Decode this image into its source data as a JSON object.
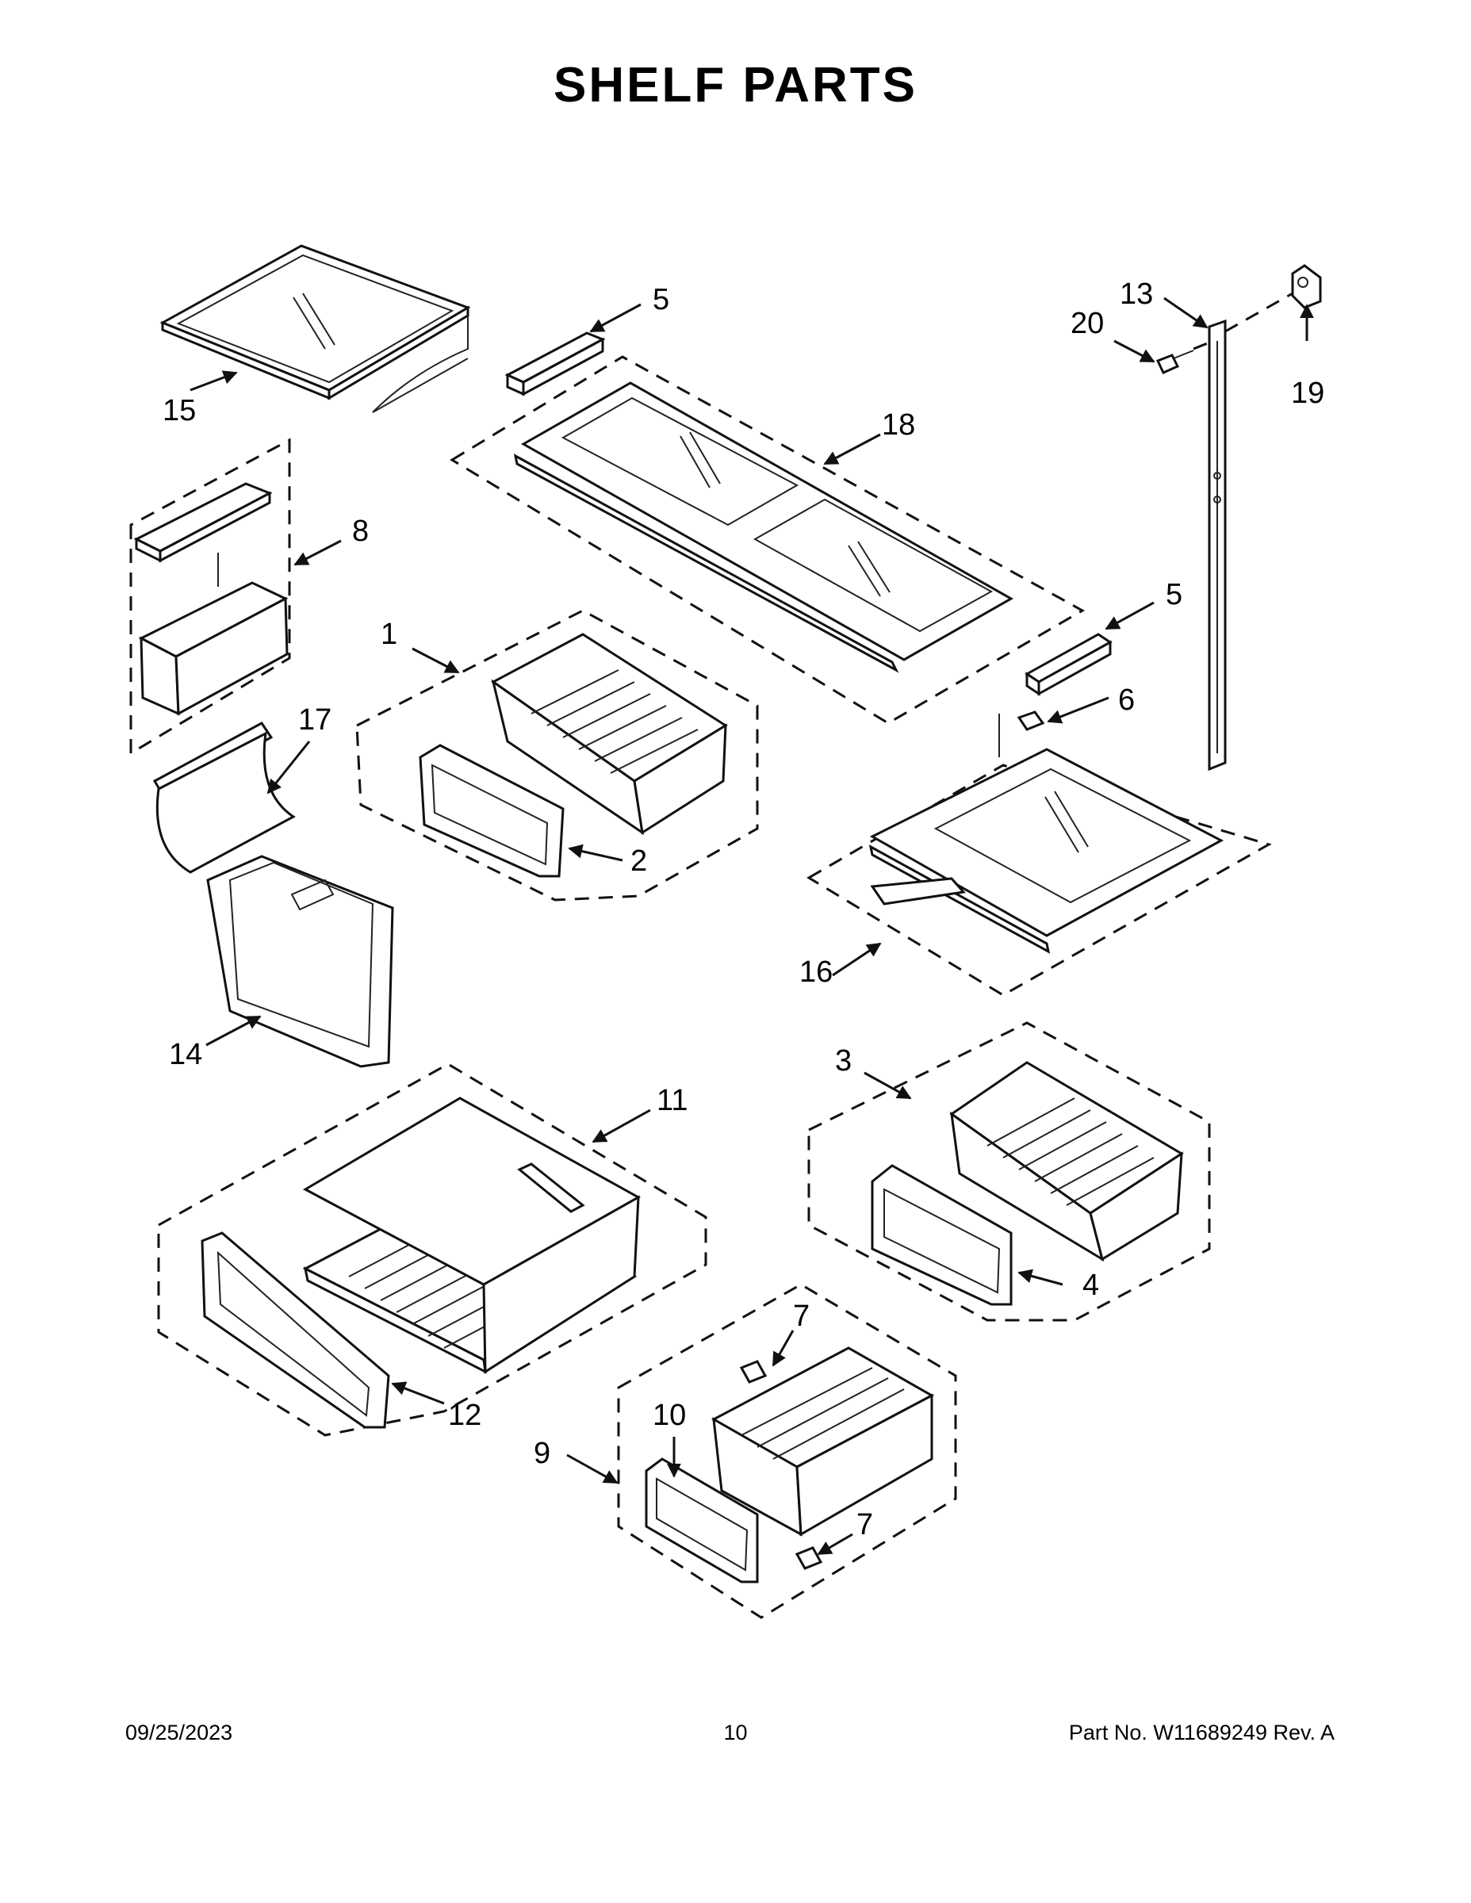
{
  "title": "SHELF PARTS",
  "callouts": [
    "1",
    "2",
    "3",
    "4",
    "5",
    "5",
    "6",
    "7",
    "7",
    "8",
    "9",
    "10",
    "11",
    "12",
    "13",
    "14",
    "15",
    "16",
    "17",
    "18",
    "19",
    "20"
  ],
  "footer": {
    "date": "09/25/2023",
    "page": "10",
    "part_no": "Part No.  W11689249  Rev.  A"
  }
}
